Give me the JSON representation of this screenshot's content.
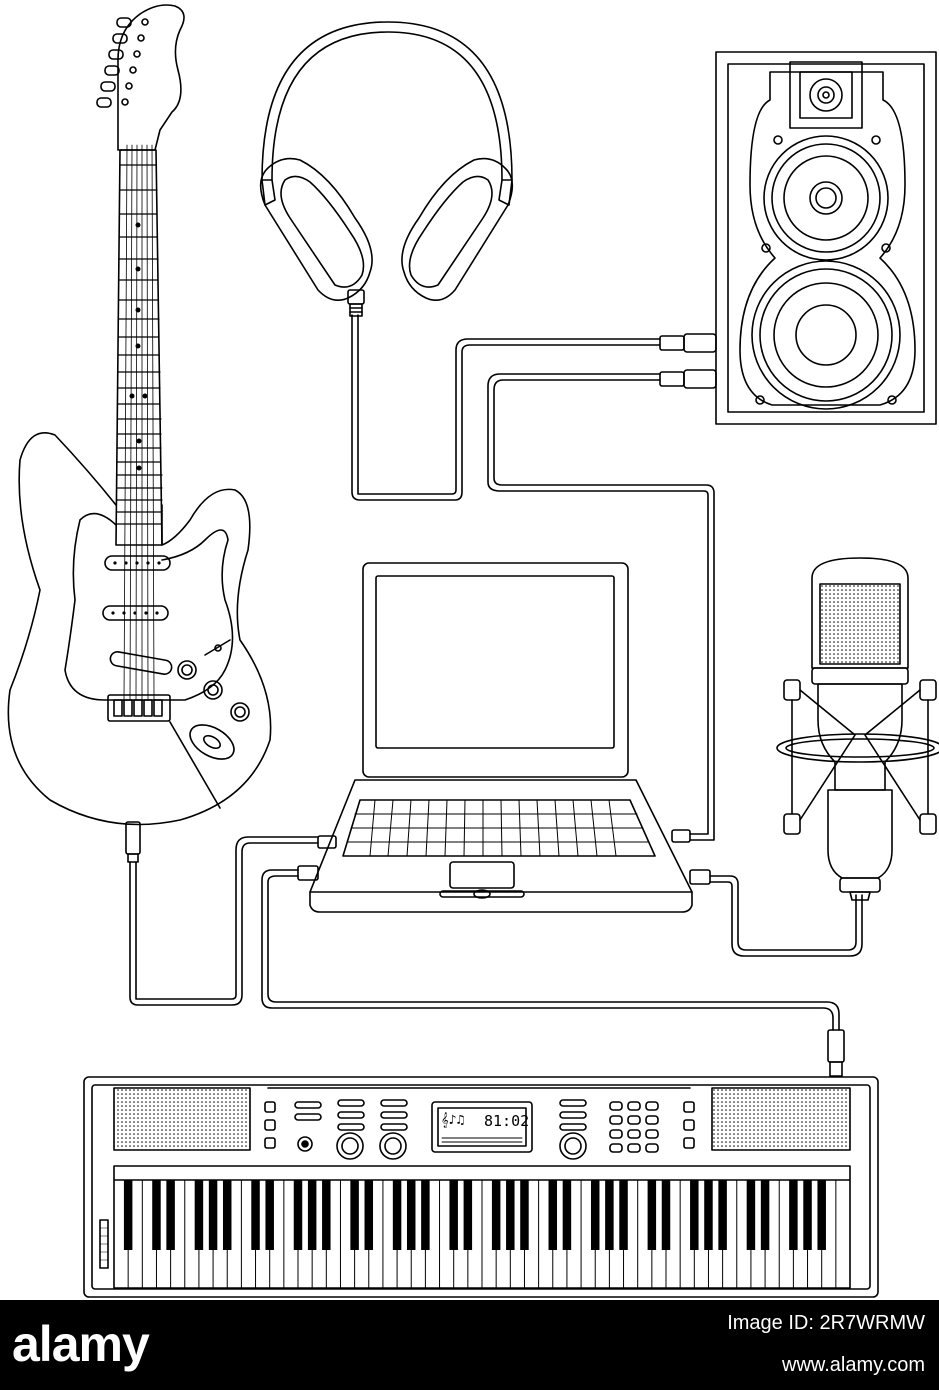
{
  "diagram": {
    "devices": [
      "electric-guitar",
      "headphones",
      "speaker",
      "laptop",
      "microphone",
      "keyboard"
    ],
    "keyboard_display": {
      "time": "81:02"
    }
  },
  "footer": {
    "logo": "alamy",
    "image_id_label": "Image ID: 2R7WRMW",
    "url": "www.alamy.com"
  },
  "colors": {
    "line": "#000000",
    "background": "#ffffff",
    "footer": "#000000"
  }
}
